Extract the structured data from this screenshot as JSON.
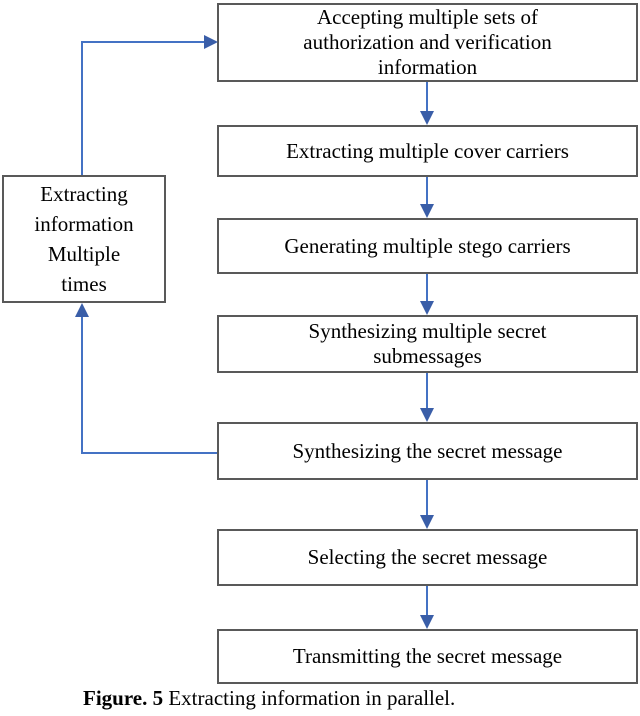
{
  "colors": {
    "arrow": "#4472C4",
    "arrow_head": "#3A5EA8",
    "box_border": "#595959",
    "text": "#000000"
  },
  "figure": {
    "caption": {
      "label": "Figure. 5",
      "text": " Extracting information in parallel."
    }
  },
  "flowchart": {
    "main_boxes": [
      {
        "id": "accept-info",
        "lines": [
          "Accepting multiple sets of",
          "authorization and verification",
          "information"
        ]
      },
      {
        "id": "extract-cover-carriers",
        "lines": [
          "Extracting multiple cover carriers"
        ]
      },
      {
        "id": "generate-stego",
        "lines": [
          "Generating multiple stego carriers"
        ]
      },
      {
        "id": "synthesize-submessages",
        "lines": [
          "Synthesizing multiple secret",
          "submessages"
        ]
      },
      {
        "id": "synthesize-message",
        "lines": [
          "Synthesizing the secret message"
        ]
      },
      {
        "id": "select-message",
        "lines": [
          "Selecting the secret message"
        ]
      },
      {
        "id": "transmit-message",
        "lines": [
          "Transmitting the secret message"
        ]
      }
    ],
    "loop_box": {
      "id": "extract-multiple-times",
      "lines": [
        "Extracting",
        "information",
        "Multiple",
        "times"
      ]
    },
    "edges": [
      {
        "from": "accept-info",
        "to": "extract-cover-carriers",
        "direction": "down"
      },
      {
        "from": "extract-cover-carriers",
        "to": "generate-stego",
        "direction": "down"
      },
      {
        "from": "generate-stego",
        "to": "synthesize-submessages",
        "direction": "down"
      },
      {
        "from": "synthesize-submessages",
        "to": "synthesize-message",
        "direction": "down"
      },
      {
        "from": "synthesize-message",
        "to": "select-message",
        "direction": "down"
      },
      {
        "from": "select-message",
        "to": "transmit-message",
        "direction": "down"
      },
      {
        "from": "synthesize-message",
        "to": "extract-multiple-times",
        "direction": "left-then-up"
      },
      {
        "from": "extract-multiple-times",
        "to": "accept-info",
        "direction": "up-then-right"
      }
    ]
  }
}
